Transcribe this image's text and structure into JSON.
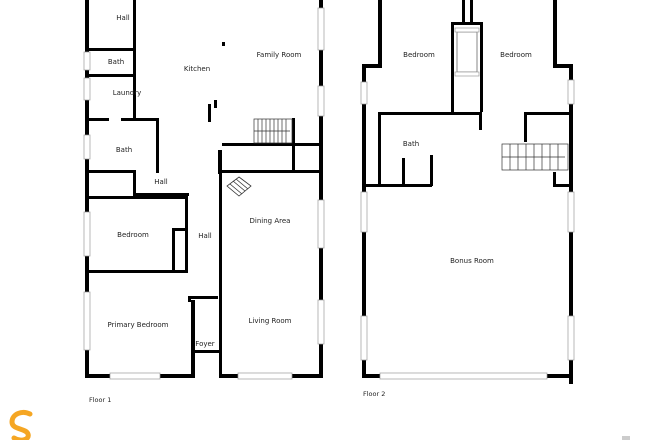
{
  "floor1": {
    "label": "Floor 1",
    "rooms": [
      {
        "id": "hall-top",
        "label": "Hall"
      },
      {
        "id": "bath-1",
        "label": "Bath"
      },
      {
        "id": "laundry",
        "label": "Laundry"
      },
      {
        "id": "kitchen",
        "label": "Kitchen"
      },
      {
        "id": "family-room",
        "label": "Family Room"
      },
      {
        "id": "bath-2",
        "label": "Bath"
      },
      {
        "id": "hall-mid",
        "label": "Hall"
      },
      {
        "id": "dining-area",
        "label": "Dining Area"
      },
      {
        "id": "bedroom",
        "label": "Bedroom"
      },
      {
        "id": "hall-side",
        "label": "Hall"
      },
      {
        "id": "primary-bedroom",
        "label": "Primary Bedroom"
      },
      {
        "id": "living-room",
        "label": "Living Room"
      },
      {
        "id": "foyer",
        "label": "Foyer"
      }
    ]
  },
  "floor2": {
    "label": "Floor 2",
    "rooms": [
      {
        "id": "bedroom-left",
        "label": "Bedroom"
      },
      {
        "id": "bedroom-right",
        "label": "Bedroom"
      },
      {
        "id": "bath-up",
        "label": "Bath"
      },
      {
        "id": "bonus-room",
        "label": "Bonus Room"
      }
    ]
  },
  "colors": {
    "wall": "#000000",
    "window": "#9a9a9a",
    "logo": "#f5a623"
  },
  "icons": [
    "fireplace-icon",
    "stairs-icon",
    "logo-icon"
  ]
}
